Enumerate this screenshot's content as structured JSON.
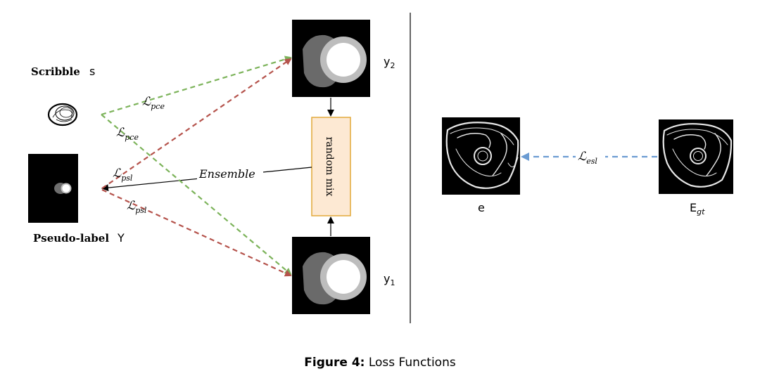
{
  "figure": {
    "label": "Figure 4:",
    "title": "Loss Functions"
  },
  "labels": {
    "scribble_title": "Scribble",
    "scribble_symbol": "s",
    "pseudo_title": "Pseudo-label",
    "pseudo_symbol": "Y",
    "y2_base": "y",
    "y2_sub": "2",
    "y1_base": "y",
    "y1_sub": "1",
    "random_mix": "random mix",
    "ensemble": "Ensemble",
    "e": "e",
    "egt_base": "E",
    "egt_sub": "gt"
  },
  "losses": {
    "L": "ℒ",
    "pce": "pce",
    "psl": "psl",
    "esl": "esl"
  },
  "colors": {
    "green": "#7cb35a",
    "red": "#b5534c",
    "blue": "#6b9bd2",
    "box_fill": "#fde9d3",
    "box_border": "#e2a93a"
  }
}
